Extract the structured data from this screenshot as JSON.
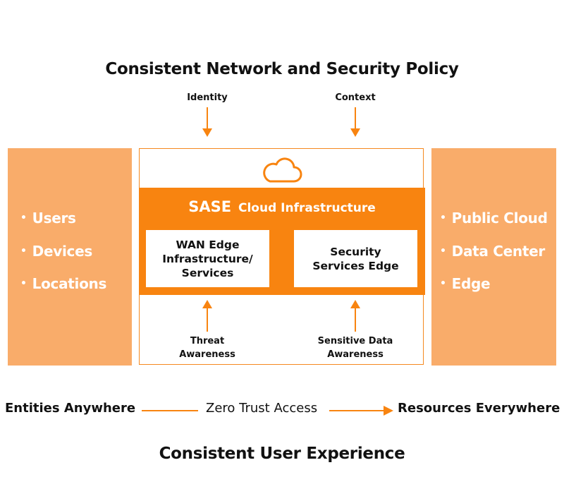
{
  "diagram": {
    "top_title": "Consistent Network and Security Policy",
    "bottom_title": "Consistent User Experience",
    "accent_color": "#F88410",
    "panel_color": "#F9AC6A",
    "inputs_top": [
      {
        "label": "Identity",
        "direction": "down"
      },
      {
        "label": "Context",
        "direction": "down"
      }
    ],
    "inputs_bottom": [
      {
        "label_line1": "Threat",
        "label_line2": "Awareness",
        "direction": "up"
      },
      {
        "label_line1": "Sensitive Data",
        "label_line2": "Awareness",
        "direction": "up"
      }
    ],
    "left_panel": {
      "bullet": "•",
      "items": [
        "Users",
        "Devices",
        "Locations"
      ]
    },
    "right_panel": {
      "bullet": "•",
      "items": [
        "Public Cloud",
        "Data Center",
        "Edge"
      ]
    },
    "center": {
      "icon": "cloud-icon",
      "title_prefix": "SASE",
      "title_suffix": "Cloud Infrastructure",
      "components": [
        {
          "line1": "WAN Edge",
          "line2": "Infrastructure/",
          "line3": "Services"
        },
        {
          "line1": "Security",
          "line2": "Services Edge"
        }
      ]
    },
    "flow": {
      "source": "Entities Anywhere",
      "connector": "Zero Trust Access",
      "target": "Resources Everywhere"
    }
  }
}
